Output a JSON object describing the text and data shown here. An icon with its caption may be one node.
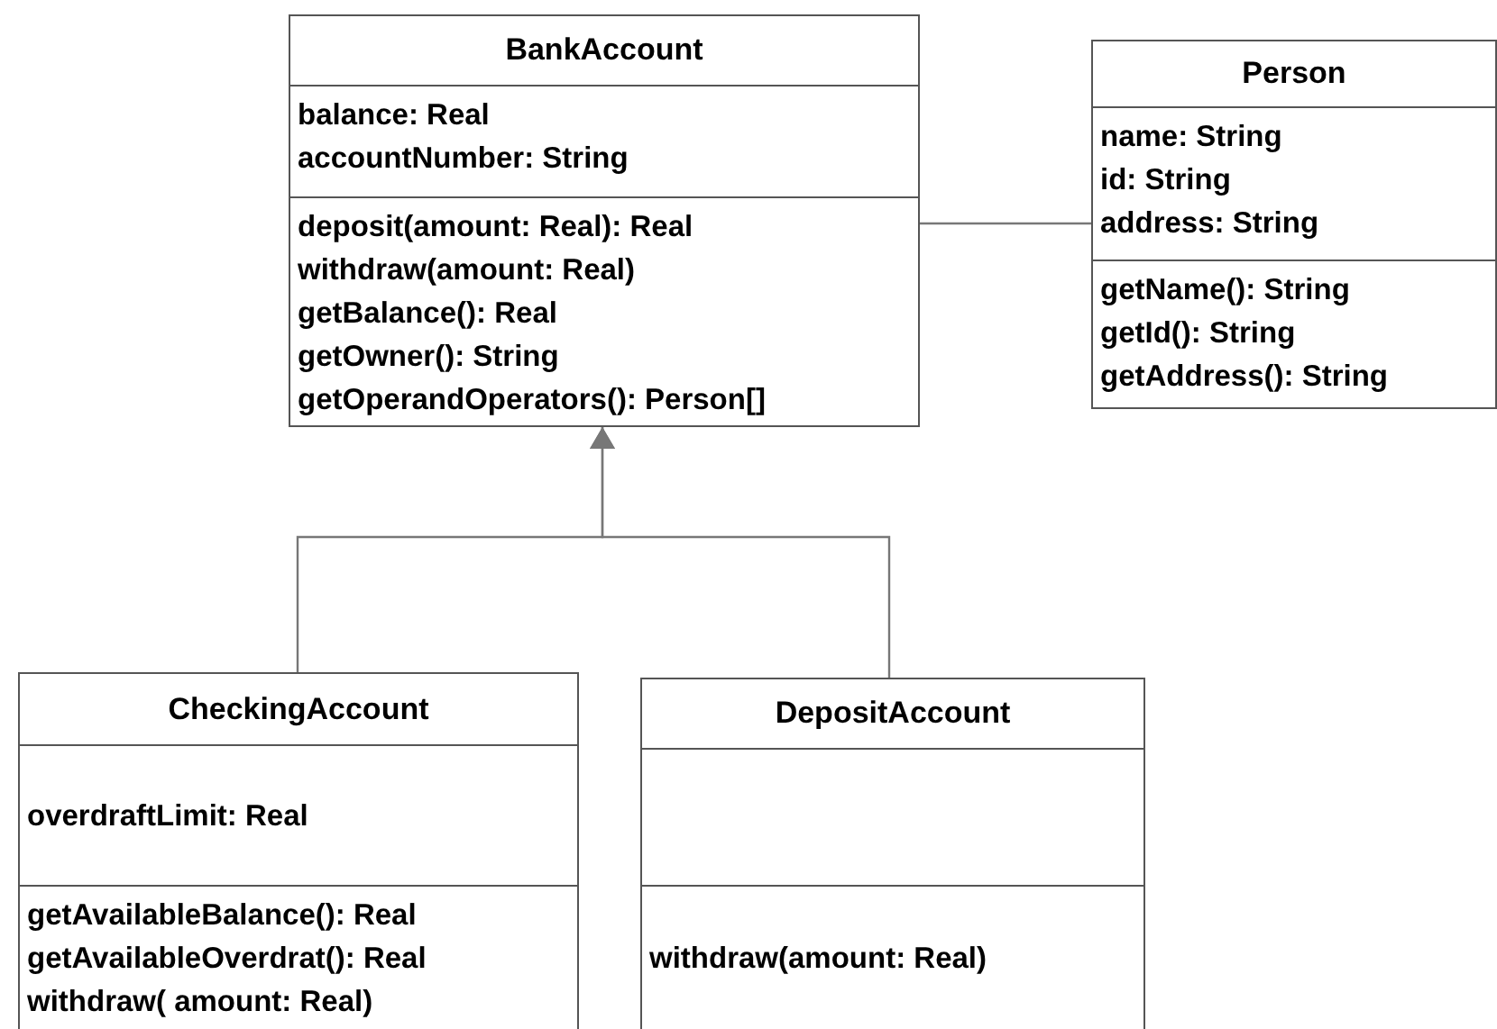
{
  "diagram": {
    "nodes": [
      {
        "text": [
          "BankAccount"
        ]
      },
      {
        "text": [
          "balance: Real",
          "accountNumber: String"
        ],
        "in": 0
      },
      {
        "text": [
          "deposit(amount: Real): Real",
          "withdraw(amount: Real)",
          "getBalance(): Real",
          "getOwner(): String",
          "getOperandOperators(): Person[]"
        ],
        "in": 0
      },
      {
        "text": [
          "Person"
        ]
      },
      {
        "text": [
          "name: String",
          "id: String",
          "address: String"
        ],
        "in": 3
      },
      {
        "text": [
          "getName(): String",
          "getId(): String",
          "getAddress(): String"
        ],
        "in": 3
      },
      {
        "text": [
          "CheckingAccount"
        ]
      },
      {
        "text": [
          "overdraftLimit: Real"
        ],
        "in": 6
      },
      {
        "text": [
          "getAvailableBalance(): Real",
          "getAvailableOverdrat(): Real",
          "withdraw( amount: Real)"
        ],
        "in": 6
      },
      {
        "text": [
          "DepositAccount"
        ]
      },
      {
        "text": [],
        "shape": "box",
        "in": 9
      },
      {
        "text": [
          "withdraw(amount: Real)"
        ],
        "in": 9
      }
    ],
    "edges": [
      {
        "from": 0,
        "to": 3,
        "arrow": "none"
      },
      {
        "from": 6,
        "to": 0,
        "arrow": "to"
      },
      {
        "from": 9,
        "to": 0,
        "arrow": "to"
      }
    ]
  }
}
